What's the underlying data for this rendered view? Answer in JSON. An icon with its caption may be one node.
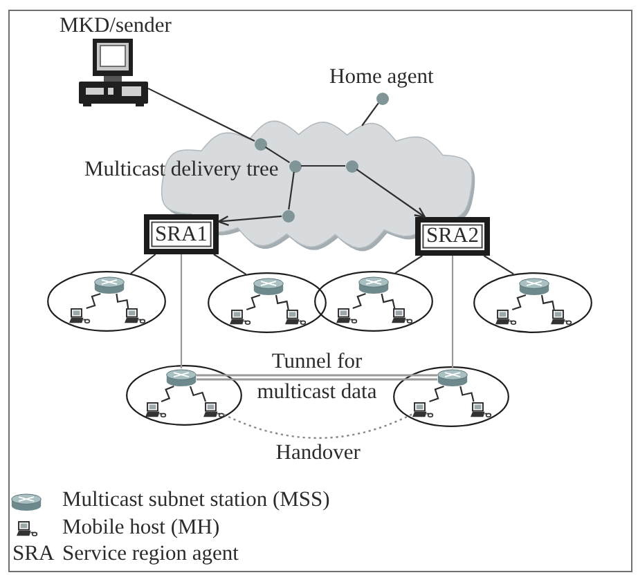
{
  "diagram": {
    "nodes": [
      {
        "text": [],
        "shape": "computer",
        "beside": [
          "MKD/sender"
        ]
      },
      {
        "text": [],
        "shape": "circle",
        "beside": [
          "Home agent"
        ]
      },
      {
        "text": [],
        "shape": "cloud"
      },
      {
        "text": [],
        "shape": "circle",
        "in": 2
      },
      {
        "text": [],
        "shape": "circle",
        "in": 2
      },
      {
        "text": [],
        "shape": "circle",
        "in": 2
      },
      {
        "text": [],
        "shape": "circle",
        "in": 2
      },
      {
        "text": [
          "SRA1"
        ]
      },
      {
        "text": [
          "SRA2"
        ]
      },
      {
        "text": [],
        "shape": "ellipse"
      },
      {
        "text": [],
        "shape": "router",
        "in": 9
      },
      {
        "text": [],
        "shape": "laptop",
        "in": 9
      },
      {
        "text": [],
        "shape": "laptop",
        "in": 9
      },
      {
        "text": [],
        "shape": "ellipse"
      },
      {
        "text": [],
        "shape": "router",
        "in": 13
      },
      {
        "text": [],
        "shape": "laptop",
        "in": 13
      },
      {
        "text": [],
        "shape": "laptop",
        "in": 13
      },
      {
        "text": [],
        "shape": "ellipse"
      },
      {
        "text": [],
        "shape": "router",
        "in": 17
      },
      {
        "text": [],
        "shape": "laptop",
        "in": 17
      },
      {
        "text": [],
        "shape": "laptop",
        "in": 17
      },
      {
        "text": [],
        "shape": "ellipse"
      },
      {
        "text": [],
        "shape": "router",
        "in": 21
      },
      {
        "text": [],
        "shape": "laptop",
        "in": 21
      },
      {
        "text": [],
        "shape": "laptop",
        "in": 21
      },
      {
        "text": [],
        "shape": "ellipse"
      },
      {
        "text": [],
        "shape": "router",
        "in": 25
      },
      {
        "text": [],
        "shape": "laptop",
        "in": 25
      },
      {
        "text": [],
        "shape": "laptop",
        "in": 25
      },
      {
        "text": [],
        "shape": "ellipse"
      },
      {
        "text": [],
        "shape": "router",
        "in": 29
      },
      {
        "text": [],
        "shape": "laptop",
        "in": 29
      },
      {
        "text": [],
        "shape": "laptop",
        "in": 29
      }
    ],
    "edges": [
      {
        "from": 0,
        "to": 3,
        "arrow": "none"
      },
      {
        "from": 3,
        "to": 4,
        "arrow": "none"
      },
      {
        "from": 4,
        "to": 5,
        "arrow": "none"
      },
      {
        "from": 5,
        "to": 8,
        "arrow": "to"
      },
      {
        "from": 4,
        "to": 6,
        "arrow": "none"
      },
      {
        "from": 6,
        "to": 7,
        "arrow": "to"
      },
      {
        "from": 1,
        "to": 2,
        "arrow": "none"
      },
      {
        "from": 7,
        "to": 9,
        "arrow": "none"
      },
      {
        "from": 7,
        "to": 13,
        "arrow": "none"
      },
      {
        "from": 8,
        "to": 17,
        "arrow": "none"
      },
      {
        "from": 8,
        "to": 21,
        "arrow": "none"
      },
      {
        "from": 7,
        "to": 26,
        "arrow": "none",
        "color": "#999999"
      },
      {
        "from": 8,
        "to": 30,
        "arrow": "none",
        "color": "#999999"
      },
      {
        "from": 26,
        "to": 30,
        "arrow": "none",
        "label": "Tunnel for multicast data",
        "style": "thick",
        "color": "#999999"
      },
      {
        "from": 28,
        "to": 31,
        "arrow": "none",
        "label": "Handover",
        "style": "dashed",
        "color": "#888888"
      },
      {
        "from": 10,
        "to": 11,
        "arrow": "none"
      },
      {
        "from": 10,
        "to": 12,
        "arrow": "none"
      },
      {
        "from": 14,
        "to": 15,
        "arrow": "none"
      },
      {
        "from": 14,
        "to": 16,
        "arrow": "none"
      },
      {
        "from": 18,
        "to": 19,
        "arrow": "none"
      },
      {
        "from": 18,
        "to": 20,
        "arrow": "none"
      },
      {
        "from": 22,
        "to": 23,
        "arrow": "none"
      },
      {
        "from": 22,
        "to": 24,
        "arrow": "none"
      },
      {
        "from": 26,
        "to": 27,
        "arrow": "none"
      },
      {
        "from": 26,
        "to": 28,
        "arrow": "none"
      },
      {
        "from": 30,
        "to": 31,
        "arrow": "none"
      },
      {
        "from": 30,
        "to": 32,
        "arrow": "none"
      }
    ],
    "labels": [
      "Multicast delivery tree",
      "SRA",
      "Service region agent"
    ],
    "legend": [
      {
        "text": "Multicast subnet station (MSS)"
      },
      {
        "text": "Mobile host (MH)"
      }
    ]
  }
}
